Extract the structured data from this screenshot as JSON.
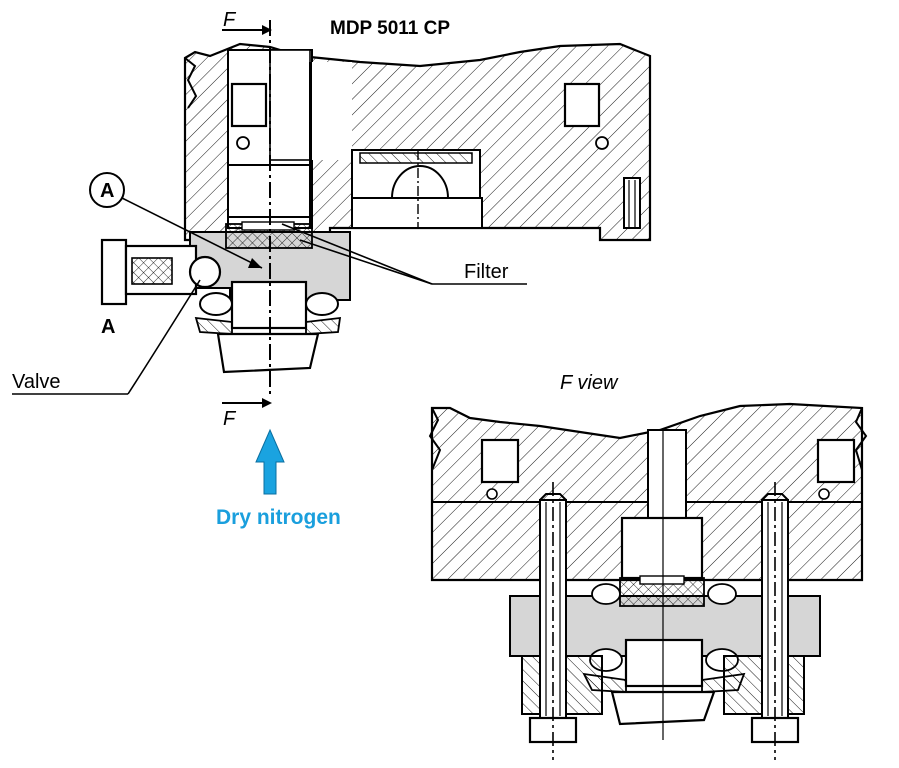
{
  "title": "MDP 5011 CP",
  "section_marker": "F",
  "view_title": "F view",
  "detail_callout": "A",
  "detail_label": "A",
  "labels": {
    "filter": "Filter",
    "valve": "Valve",
    "gas": "Dry nitrogen"
  },
  "colors": {
    "line": "#000000",
    "hatch": "#000000",
    "gray_fill": "#d6d6d6",
    "gas_arrow": "#1aa3e0",
    "gas_text": "#1a9fdd"
  }
}
